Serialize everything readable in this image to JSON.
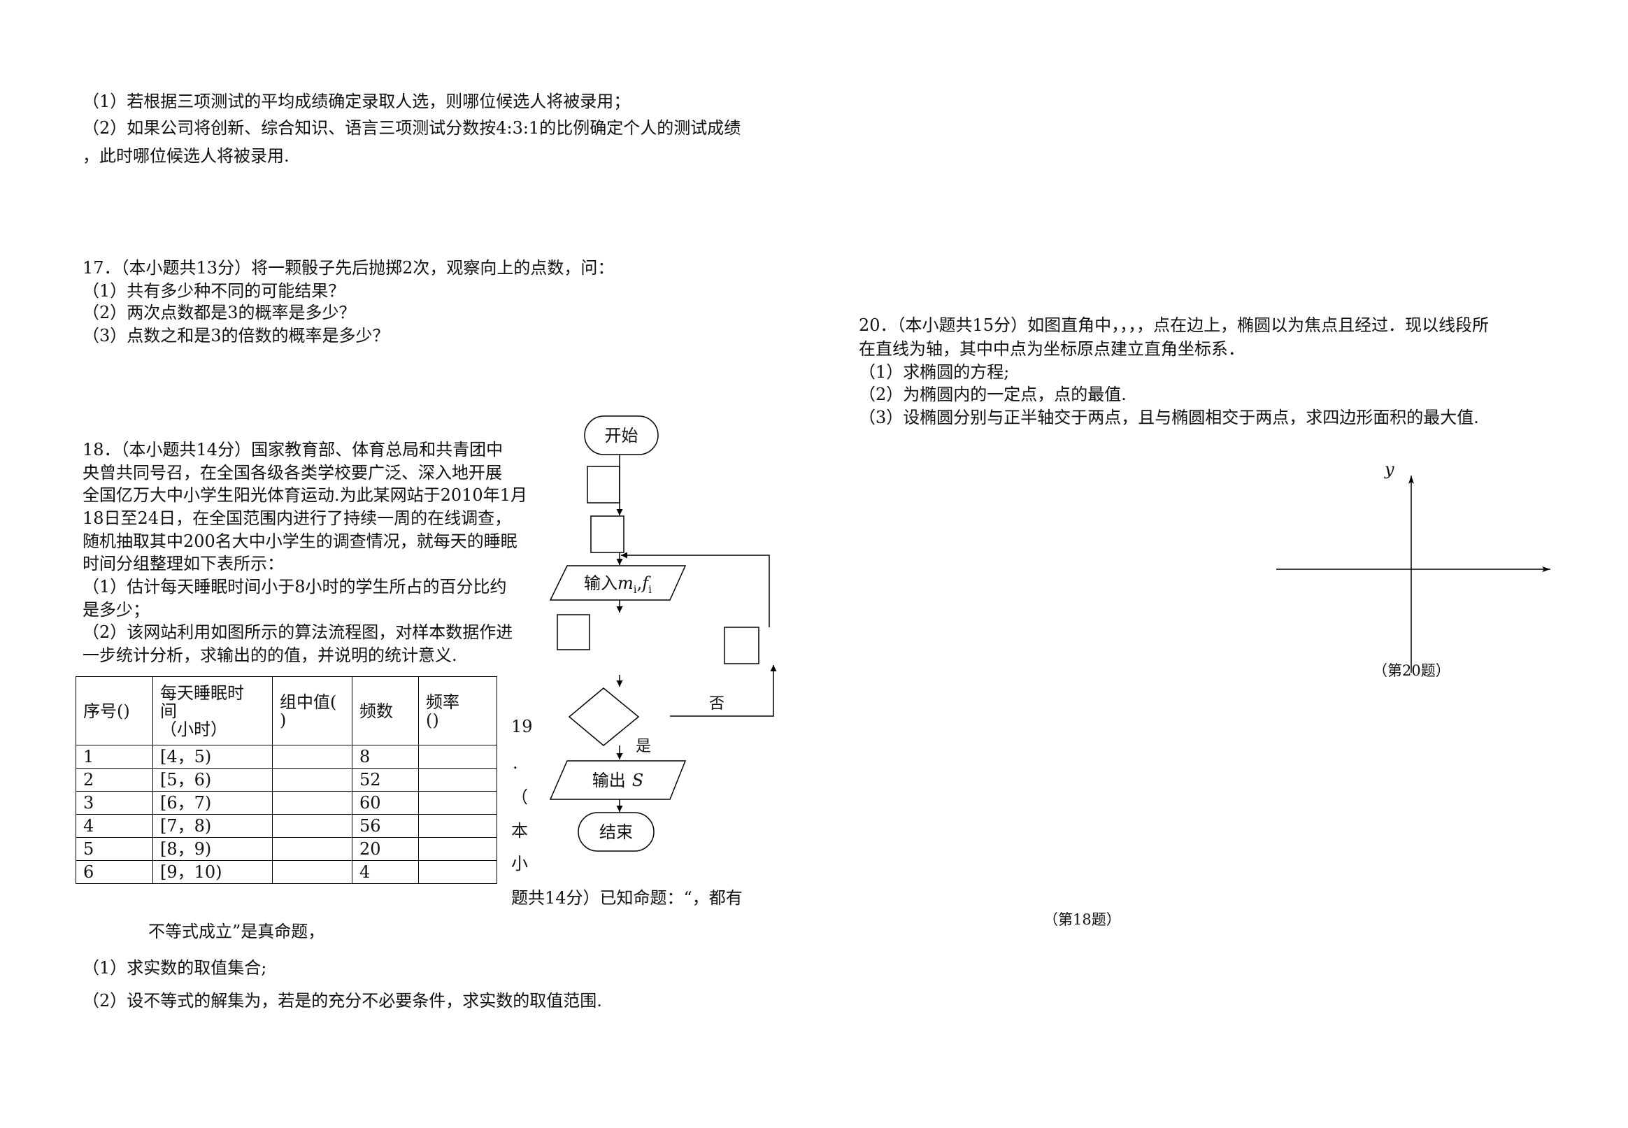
{
  "q16": {
    "part1": "（1）若根据三项测试的平均成绩确定录取人选，则哪位候选人将被录用；",
    "part2": [
      "（2）如果公司将创新、综合知识、语言三项测试分数按4:3:1的比例确定个人的测试成绩",
      "，此时哪位候选人将被录用."
    ]
  },
  "q17": {
    "stem": "17．（本小题共13分）将一颗骰子先后抛掷2次，观察向上的点数，问：",
    "parts": [
      "（1）共有多少种不同的可能结果？",
      "（2）两次点数都是3的概率是多少？",
      "（3）点数之和是3的倍数的概率是多少？"
    ]
  },
  "q18": {
    "lines": [
      "18．（本小题共14分）国家教育部、体育总局和共青团中",
      "央曾共同号召，在全国各级各类学校要广泛、深入地开展",
      "全国亿万大中小学生阳光体育运动.为此某网站于2010年1月",
      "18日至24日，在全国范围内进行了持续一周的在线调查，",
      "随机抽取其中200名大中小学生的调查情况，就每天的睡眠",
      "时间分组整理如下表所示：",
      "（1）估计每天睡眠时间小于8小时的学生所占的百分比约",
      "是多少；",
      "（2）该网站利用如图所示的算法流程图，对样本数据作进",
      "一步统计分析，求输出的的值，并说明的统计意义."
    ],
    "table": {
      "columns": [
        {
          "label": "序号()"
        },
        {
          "label": "每天睡眠时间",
          "unit": "（小时）"
        },
        {
          "label": "组中值()"
        },
        {
          "label": "频数"
        },
        {
          "label": "频率()"
        }
      ],
      "rows": [
        {
          "no": "1",
          "interval": "[4，5)",
          "count": "8"
        },
        {
          "no": "2",
          "interval": "[5，6)",
          "count": "52"
        },
        {
          "no": "3",
          "interval": "[6，7)",
          "count": "60"
        },
        {
          "no": "4",
          "interval": "[7，8)",
          "count": "56"
        },
        {
          "no": "5",
          "interval": "[8，9)",
          "count": "20"
        },
        {
          "no": "6",
          "interval": "[9，10)",
          "count": "4"
        }
      ]
    },
    "flowchart": {
      "start": "开始",
      "input": {
        "prefix": "输入",
        "vars": [
          {
            "name": "m",
            "sub": "i"
          },
          {
            "name": "f",
            "sub": "i"
          }
        ],
        "separator": ","
      },
      "condition_no": "否",
      "condition_yes": "是",
      "output": {
        "prefix": "输出",
        "var": "S"
      },
      "end": "结束"
    },
    "figure_caption": "（第18题）"
  },
  "q19": {
    "vertical_fragments": [
      "19",
      ".",
      "（",
      "本",
      "小"
    ],
    "stem_lines": [
      "题共14分）已知命题：“，都有",
      "不等式成立”是真命题，"
    ],
    "parts": [
      "（1）求实数的取值集合;",
      "（2）设不等式的解集为，若是的充分不必要条件，求实数的取值范围."
    ]
  },
  "q20": {
    "stem_lines": [
      "20．（本小题共15分）如图直角中，，，，点在边上，椭圆以为焦点且经过．现以线段所",
      "在直线为轴，其中中点为坐标原点建立直角坐标系．"
    ],
    "parts": [
      "（1）求椭圆的方程;",
      "（2）为椭圆内的一定点，点的最值.",
      "（3）设椭圆分别与正半轴交于两点，且与椭圆相交于两点，求四边形面积的最大值."
    ],
    "axes": {
      "y_label": "y"
    },
    "figure_caption": "（第20题）"
  }
}
